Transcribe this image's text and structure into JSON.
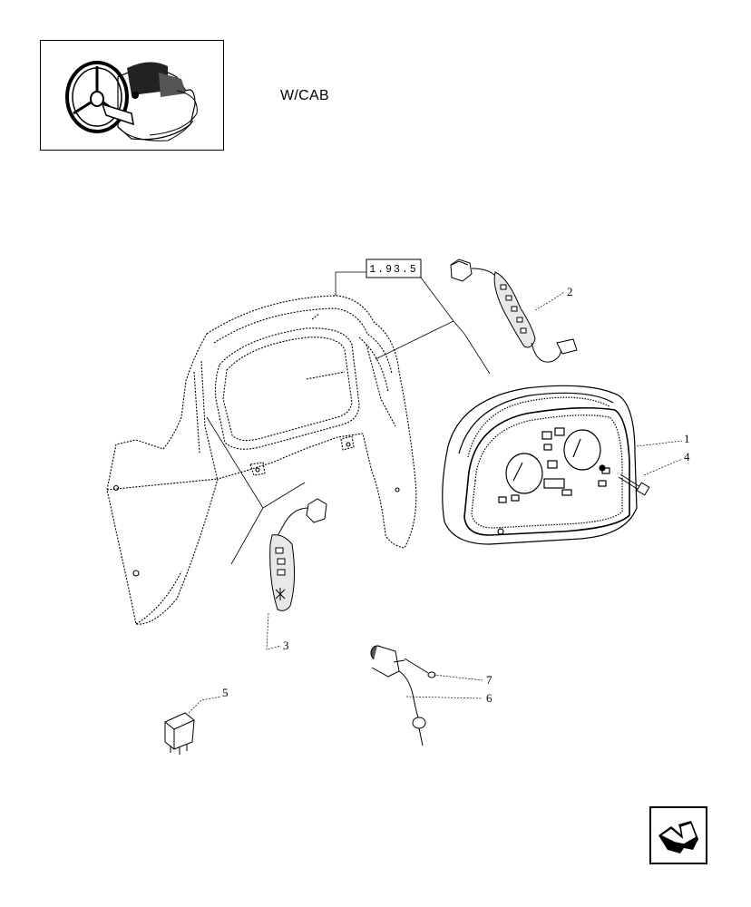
{
  "header": {
    "variant_label": "W/CAB",
    "thumbnail_icon": "steering-wheel-cab-icon"
  },
  "reference": {
    "label": "1.93.5"
  },
  "callouts": [
    "1",
    "2",
    "3",
    "4",
    "5",
    "6",
    "7"
  ],
  "parts": {
    "panel_icon": "dashboard-cover-panel-icon",
    "cluster_icon": "instrument-cluster-icon",
    "switch_icon": "switch-with-wire-icon",
    "relay_icon": "relay-icon",
    "sensor_icon": "sensor-with-lead-icon",
    "screw_icon": "screw-icon"
  },
  "navigation": {
    "icon": "next-page-arrow-icon"
  }
}
